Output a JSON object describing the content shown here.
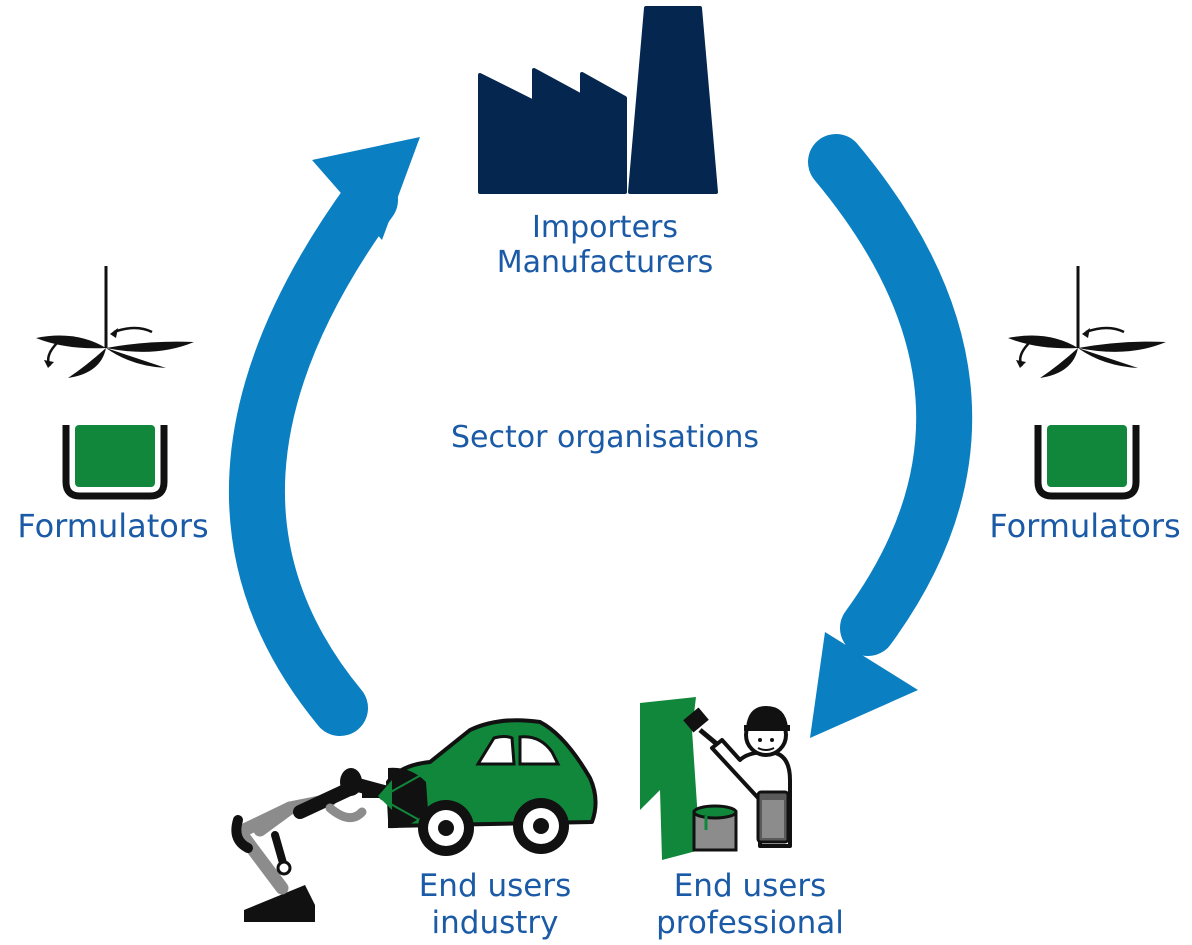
{
  "labels": {
    "importers": "Importers",
    "manufacturers": "Manufacturers",
    "sector": "Sector organisations",
    "formulators_left": "Formulators",
    "formulators_right": "Formulators",
    "end_users_industry_1": "End users",
    "end_users_industry_2": "industry",
    "end_users_professional_1": "End users",
    "end_users_professional_2": "professional"
  },
  "icons": {
    "factory": "factory-icon",
    "mixer": "mixer-icon",
    "container": "container-icon",
    "robot_arm": "robot-arm-icon",
    "car": "car-icon",
    "painter": "painter-icon",
    "paint_can": "paint-can-icon"
  },
  "colors": {
    "arrow": "#0a7fc2",
    "label": "#1a5aa6",
    "factory": "#04264f",
    "green": "#10873a",
    "black": "#111111",
    "gray": "#8c8c8c"
  }
}
